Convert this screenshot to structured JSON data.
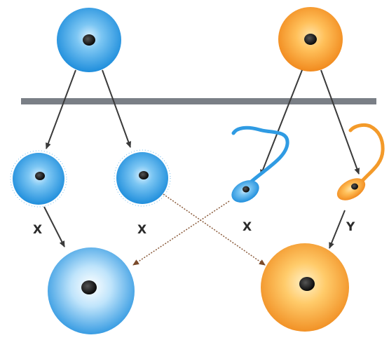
{
  "colors": {
    "female_blue": "#2f9be3",
    "male_orange": "#f39a2a",
    "nucleus": "#111111",
    "divider": "#7a7f86",
    "arrow": "#3a3a3a",
    "cross_arrow": "#8a5a3a"
  },
  "gamete_labels": [
    "X",
    "X",
    "X",
    "Y"
  ]
}
